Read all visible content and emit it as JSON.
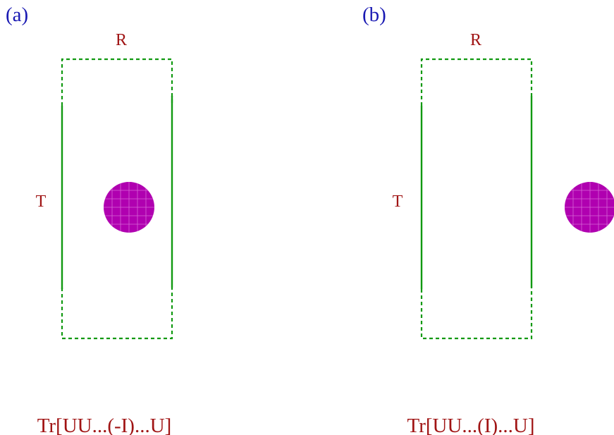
{
  "panels": [
    {
      "tag": "(a)",
      "top_label": "R",
      "side_label": "T",
      "caption": "Tr[UU...(-I)...U]"
    },
    {
      "tag": "(b)",
      "top_label": "R",
      "side_label": "T",
      "caption": "Tr[UU...(I)...U]"
    }
  ],
  "colors": {
    "label_blue": "#1a1ab3",
    "label_red": "#a01414",
    "loop_green": "#119911",
    "vortex_magenta": "#b000b0"
  }
}
